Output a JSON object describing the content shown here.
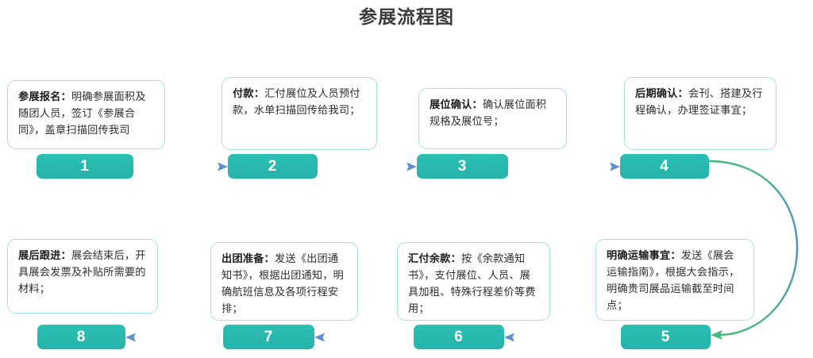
{
  "title": "参展流程图",
  "theme": {
    "badge_color": "#29bdb3",
    "card_border_color": "#a9dfe0",
    "arrow_green": "#45b97c",
    "arrow_blue": "#5b8fd0",
    "title_color": "#3b3b3b",
    "background": "#ffffff"
  },
  "steps": [
    {
      "number": "1",
      "lead": "参展报名：",
      "body": "明确参展面积及随团人员，签订《参展合同》，盖章扫描回传我司",
      "row": "top"
    },
    {
      "number": "2",
      "lead": "付款：",
      "body": "汇付展位及人员预付款，水单扫描回传给我司；",
      "row": "top"
    },
    {
      "number": "3",
      "lead": "展位确认：",
      "body": "确认展位面积规格及展位号；",
      "row": "top"
    },
    {
      "number": "4",
      "lead": "后期确认：",
      "body": "会刊、搭建及行程确认，办理签证事宜；",
      "row": "top"
    },
    {
      "number": "5",
      "lead": "明确运输事宜：",
      "body": "发送《展会运输指南》，根据大会指示，明确贵司展品运输截至时间点；",
      "row": "bottom"
    },
    {
      "number": "6",
      "lead": "汇付余款：",
      "body": "按《余款通知书》，支付展位、人员、展具加租、特殊行程差价等费用；",
      "row": "bottom"
    },
    {
      "number": "7",
      "lead": "出团准备：",
      "body": "发送《出团通知书》，根据出团通知，明确航班信息及各项行程安排；",
      "row": "bottom"
    },
    {
      "number": "8",
      "lead": "展后跟进：",
      "body": "展会结束后，开具展会发票及补贴所需要的材料；",
      "row": "bottom"
    }
  ],
  "connectors": [
    {
      "name": "arrow-1-to-2",
      "from": "1",
      "to": "2",
      "direction": "right"
    },
    {
      "name": "arrow-2-to-3",
      "from": "2",
      "to": "3",
      "direction": "right"
    },
    {
      "name": "arrow-3-to-4",
      "from": "3",
      "to": "4",
      "direction": "right"
    },
    {
      "name": "arrow-4-to-5",
      "from": "4",
      "to": "5",
      "direction": "curve-right-down"
    },
    {
      "name": "arrow-5-to-6",
      "from": "5",
      "to": "6",
      "direction": "left"
    },
    {
      "name": "arrow-6-to-7",
      "from": "6",
      "to": "7",
      "direction": "left"
    },
    {
      "name": "arrow-7-to-8",
      "from": "7",
      "to": "8",
      "direction": "left"
    }
  ]
}
